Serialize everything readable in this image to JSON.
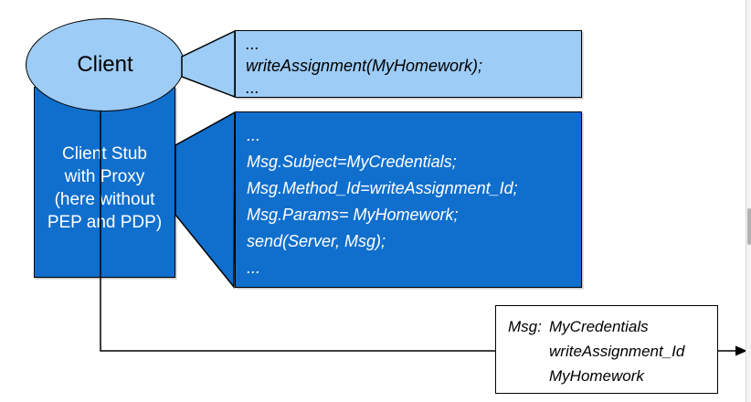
{
  "client": {
    "label": "Client"
  },
  "client_stub": {
    "lines": [
      "Client Stub",
      "with Proxy",
      "(here without",
      "PEP and PDP)"
    ]
  },
  "client_code": {
    "lines": [
      "...",
      "writeAssignment(MyHomework);",
      "..."
    ]
  },
  "stub_code": {
    "lines": [
      "...",
      "Msg.Subject=MyCredentials;",
      "Msg.Method_Id=writeAssignment_Id;",
      "Msg.Params= MyHomework;",
      "send(Server, Msg);",
      "..."
    ]
  },
  "message": {
    "label": "Msg:",
    "values": [
      "MyCredentials",
      "writeAssignment_Id",
      "MyHomework"
    ]
  },
  "colors": {
    "light_blue": "#9dccf6",
    "dark_blue": "#106fcd",
    "outline": "#000000"
  }
}
